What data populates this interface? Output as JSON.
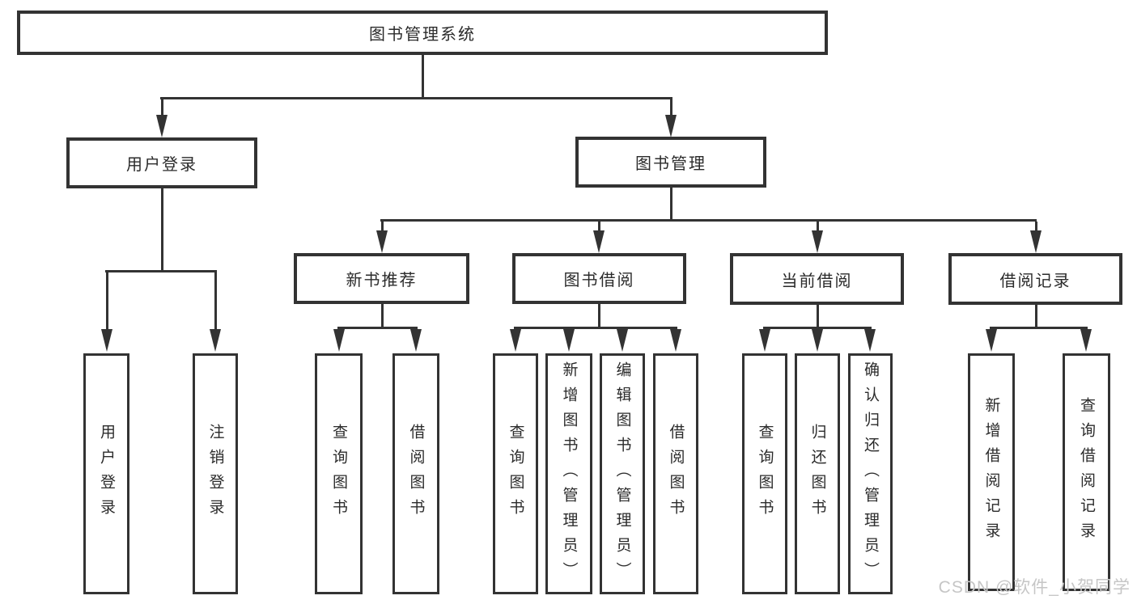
{
  "diagram": {
    "type": "hierarchy-tree",
    "title": "图书管理系统",
    "tree": {
      "root": {
        "label": "图书管理系统"
      },
      "level2": [
        {
          "label": "用户登录",
          "children": [
            {
              "label": "用户登录"
            },
            {
              "label": "注销登录"
            }
          ]
        },
        {
          "label": "图书管理",
          "children": [
            {
              "label": "新书推荐",
              "children": [
                {
                  "label": "查询图书"
                },
                {
                  "label": "借阅图书"
                }
              ]
            },
            {
              "label": "图书借阅",
              "children": [
                {
                  "label": "查询图书"
                },
                {
                  "label": "新增图书（管理员）"
                },
                {
                  "label": "编辑图书（管理员）"
                },
                {
                  "label": "借阅图书"
                }
              ]
            },
            {
              "label": "当前借阅",
              "children": [
                {
                  "label": "查询图书"
                },
                {
                  "label": "归还图书"
                },
                {
                  "label": "确认归还（管理员）"
                }
              ]
            },
            {
              "label": "借阅记录",
              "children": [
                {
                  "label": "新增借阅记录"
                },
                {
                  "label": "查询借阅记录"
                }
              ]
            }
          ]
        }
      ]
    }
  },
  "watermark": {
    "text": "CSDN @软件_小贺同学"
  },
  "colors": {
    "line": "#333333",
    "text": "#2b2b2b",
    "background": "#ffffff",
    "watermark": "#c6c6c6"
  }
}
